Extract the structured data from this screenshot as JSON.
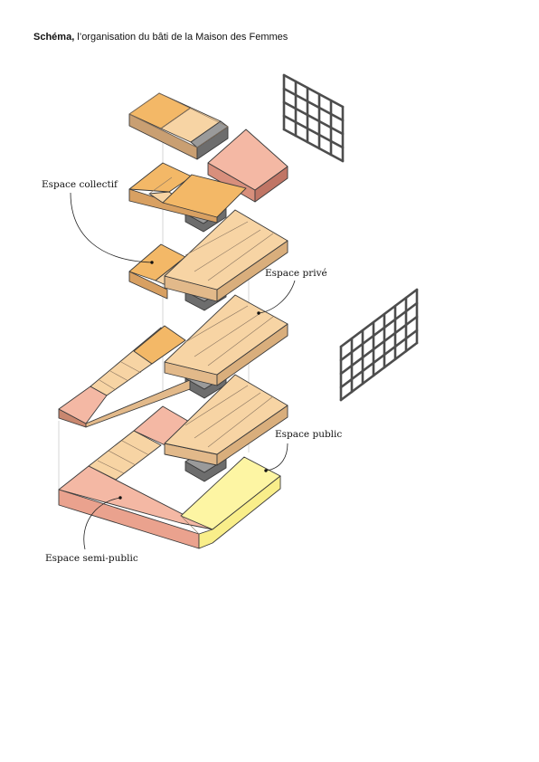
{
  "title": {
    "strong": "Schéma,",
    "rest": " l’organisation du bâti de la Maison des Femmes"
  },
  "labels": {
    "collectif": "Espace collectif",
    "prive": "Espace privé",
    "public": "Espace public",
    "semi_public": "Espace semi-public"
  },
  "colors": {
    "collectif": "#f3b867",
    "prive": "#f7d4a4",
    "public": "#fdf5a3",
    "semi_public": "#f4b8a4",
    "service": "#9a9a9a",
    "grid": "#4d4d4d"
  }
}
